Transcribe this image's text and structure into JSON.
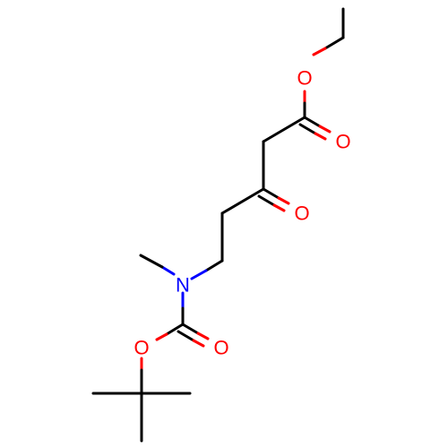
{
  "molecule": {
    "atoms": {
      "ester_carbonyl_o": {
        "label": "O",
        "color": "#ff0000"
      },
      "ester_ether_o": {
        "label": "O",
        "color": "#ff0000"
      },
      "ketone_o": {
        "label": "O",
        "color": "#ff0000"
      },
      "amine_n": {
        "label": "N",
        "color": "#0000ff"
      },
      "carbamate_ether_o": {
        "label": "O",
        "color": "#ff0000"
      },
      "carbamate_carbonyl_o": {
        "label": "O",
        "color": "#ff0000"
      }
    },
    "colors": {
      "bond": "#000000",
      "oxygen": "#ff0000",
      "nitrogen": "#0000ff",
      "background": "#ffffff"
    }
  }
}
